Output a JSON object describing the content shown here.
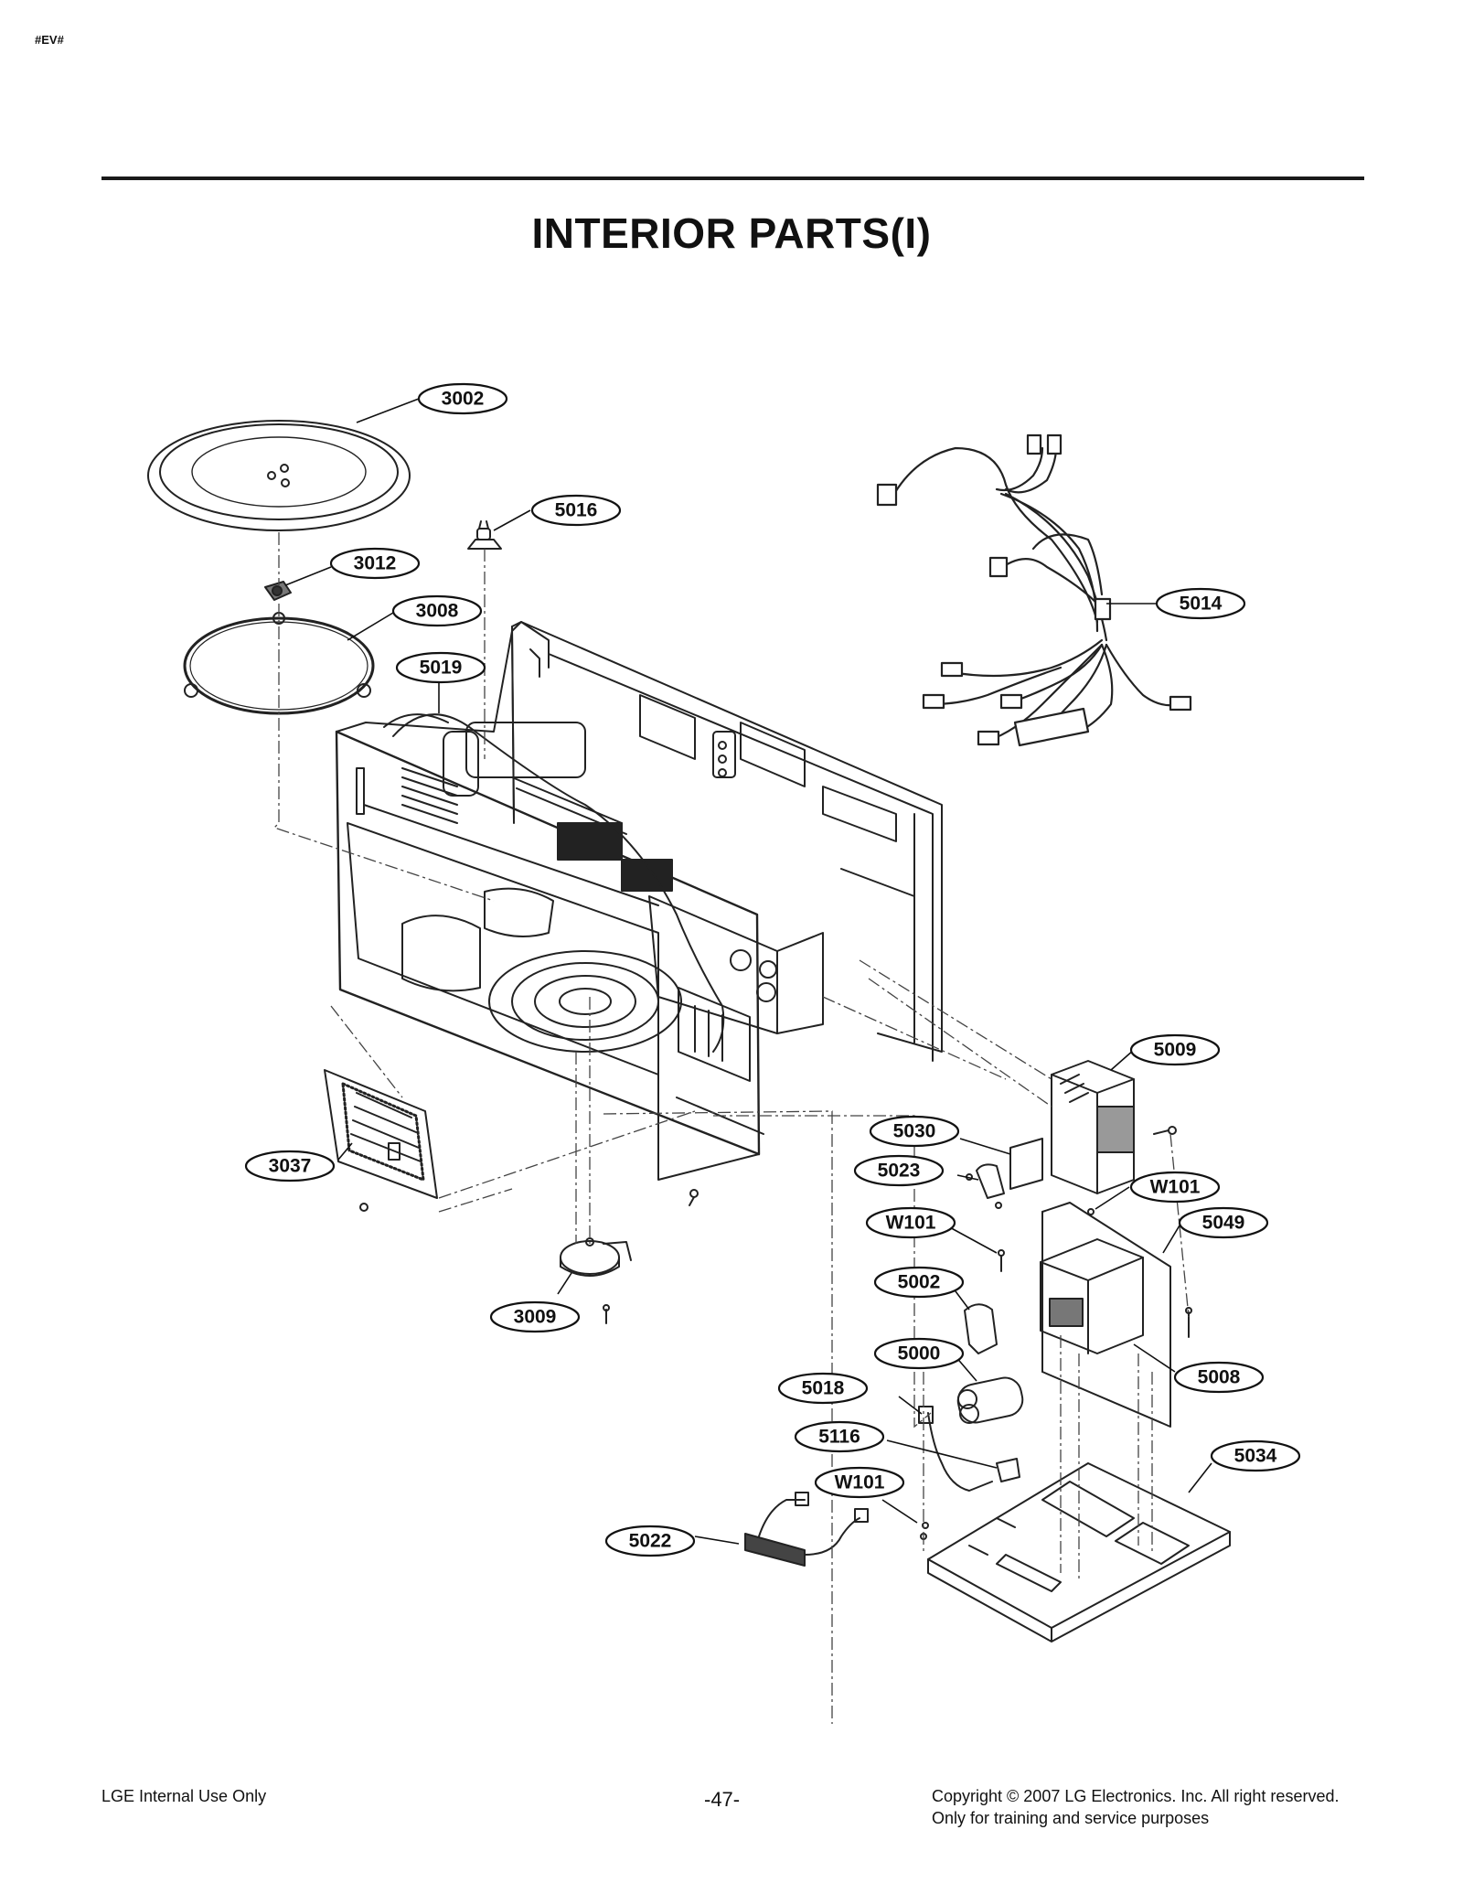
{
  "header_tag": "#EV#",
  "title": "INTERIOR PARTS(I)",
  "labels": [
    "3002",
    "5016",
    "3012",
    "3008",
    "5019",
    "5014",
    "5009",
    "5030",
    "5023",
    "W101",
    "5049",
    "W101",
    "5002",
    "5000",
    "5008",
    "5018",
    "5116",
    "5034",
    "W101",
    "5022",
    "3037",
    "3009"
  ],
  "footer": {
    "left": "LGE Internal Use Only",
    "page": "-47-",
    "copyright": "Copyright © 2007 LG Electronics. Inc. All right reserved.",
    "purpose": "Only for training and service purposes"
  }
}
